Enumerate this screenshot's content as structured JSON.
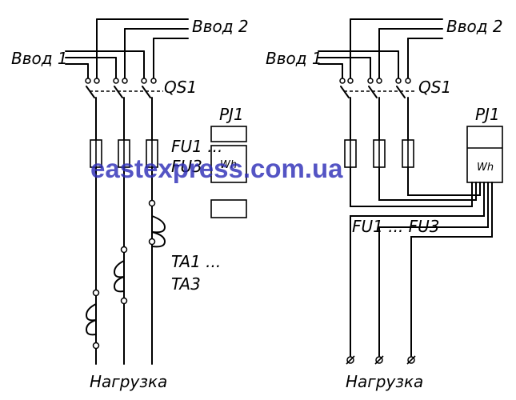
{
  "labels": {
    "input1": "Ввод 1",
    "input2": "Ввод 2",
    "switch": "QS1",
    "meter": "PJ1",
    "meter_unit": "Wh",
    "fuses": "FU1 ...",
    "fuse_last": "FU3",
    "fuses_right": "FU1 ... FU3",
    "transformers": "TA1 ...",
    "transformer_last": "TA3",
    "load": "Нагрузка"
  },
  "watermark": "eastexpress.com.ua",
  "colors": {
    "line": "#000000",
    "watermark": "#2f2fb8"
  }
}
